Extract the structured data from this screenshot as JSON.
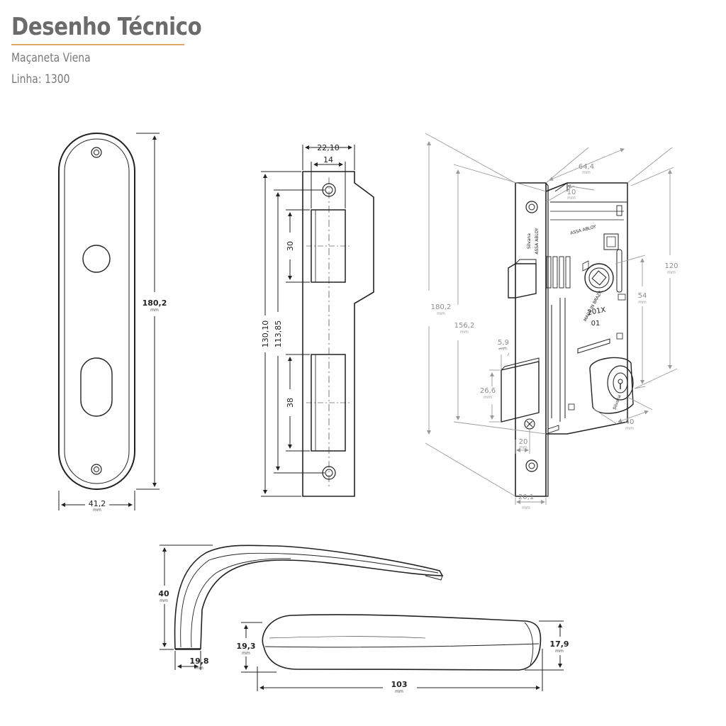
{
  "header": {
    "title": "Desenho Técnico",
    "subtitle1": "Maçaneta Viena",
    "subtitle2": "Linha: 1300"
  },
  "unit": "mm",
  "plate": {
    "height": "180,2",
    "width": "41,2"
  },
  "strike": {
    "width_outer": "22,10",
    "width_inner": "14",
    "height_outer": "130,10",
    "height_inner": "113,85",
    "slot_top": "30",
    "slot_bottom": "38"
  },
  "lock": {
    "depth": "64,4",
    "backset": "10",
    "height_right": "120",
    "center_distance": "54",
    "faceplate_height": "180,2",
    "body_height": "156,2",
    "latch_width": "5,9",
    "bolt_height": "26,6",
    "cylinder": "40",
    "bolt_offset": "20",
    "faceplate_width": "20,1",
    "brand": "Silvana",
    "brand2": "ASSA ABLOY",
    "model": "201X",
    "code": "01",
    "made_in": "MADE IN BRAZIL",
    "marking": "ASSA ABLOY"
  },
  "handle": {
    "height": "40",
    "base_width": "19,8",
    "length": "103",
    "end_height_left": "19,3",
    "end_height_right": "17,9"
  },
  "colors": {
    "title": "#6b6b6b",
    "rule": "#d9a86a",
    "lines": "#222222",
    "dim_gray": "#8c8c8c"
  }
}
